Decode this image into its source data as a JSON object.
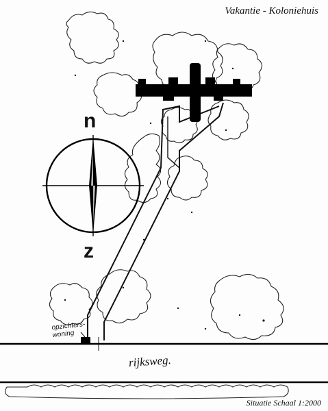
{
  "header": {
    "title": "Vakantie - Koloniehuis"
  },
  "footer": {
    "scale_label": "Situatie Schaal 1:2000"
  },
  "map": {
    "road_label": "rijksweg.",
    "lodge_label": "opzichters-woning"
  },
  "compass": {
    "north_label": "n",
    "south_label": "z"
  }
}
